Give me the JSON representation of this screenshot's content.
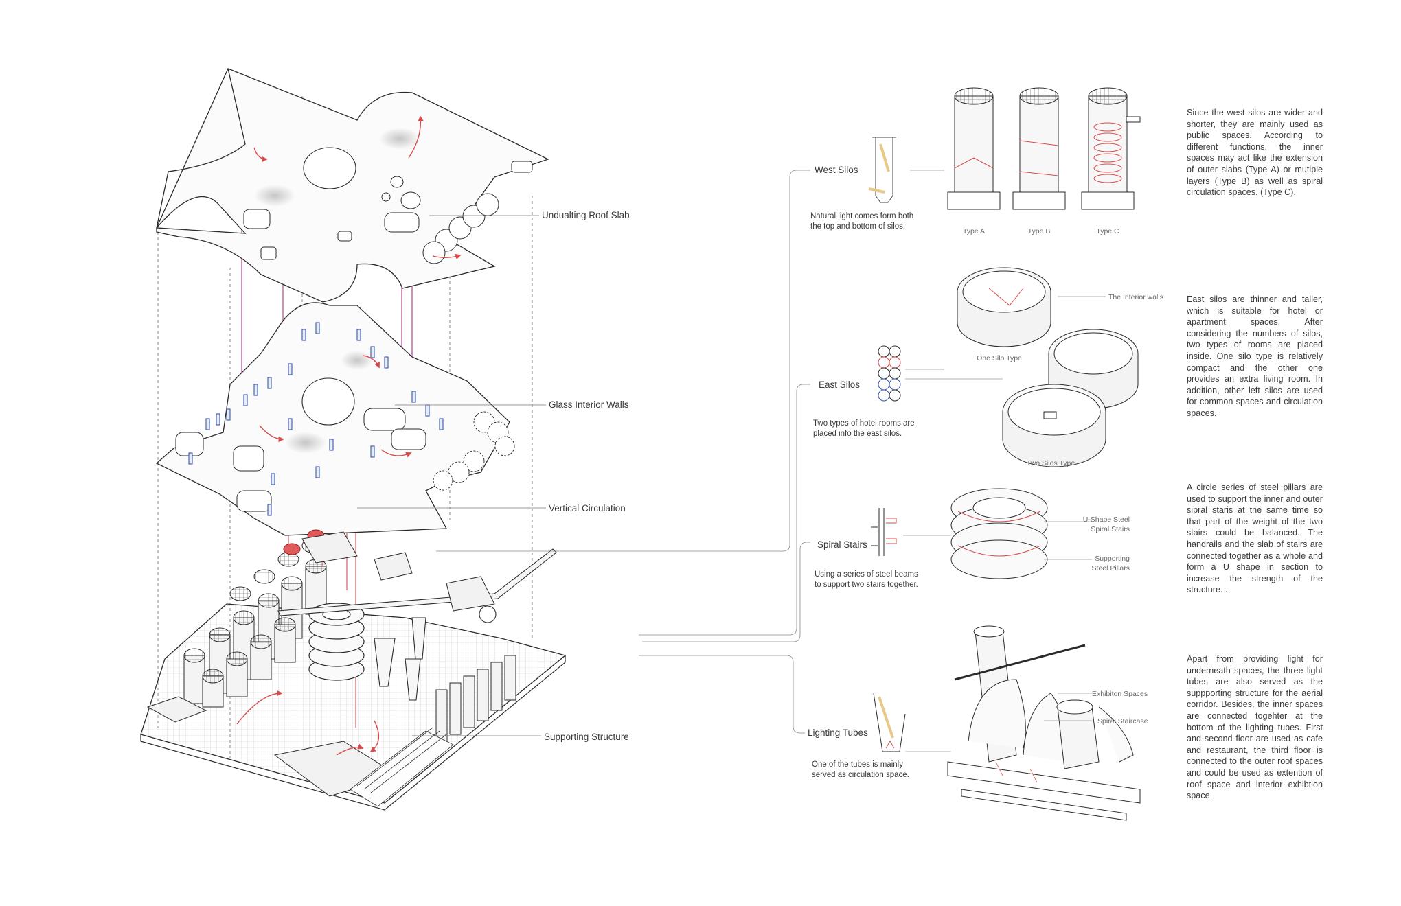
{
  "left_labels": {
    "roof": "Undualting Roof Slab",
    "walls": "Glass Interior Walls",
    "circulation": "Vertical Circulation",
    "structure": "Supporting Structure"
  },
  "west": {
    "title": "West Silos",
    "caption": [
      "Natural light comes form both",
      "the top and bottom of silos."
    ],
    "types": [
      "Type A",
      "Type B",
      "Type C"
    ],
    "text": "Since the west silos are wider and shorter, they are mainly used as public spaces. According to different functions, the inner spaces may act like the extension of outer slabs (Type A) or mutiple layers (Type B) as well as spiral circulation spaces. (Type C)."
  },
  "east": {
    "title": "East Silos",
    "caption": [
      "Two types of hotel rooms are",
      "placed info the east silos."
    ],
    "label_walls": "The Interior walls",
    "label_one": "One Silo Type",
    "label_two": "Two Silos Type",
    "text": "East silos are thinner and taller, which is suitable for hotel or apartment spaces. After considering the numbers of silos, two types of rooms are placed inside. One silo type is relatively compact and the other one provides an extra living room. In addition, other left silos are used for common spaces and circulation spaces."
  },
  "stairs": {
    "title": "Spiral Stairs",
    "caption": [
      "Using a series of steel beams",
      "to support two stairs together."
    ],
    "label_ushape": [
      "U-Shape Steel",
      "Spiral Stairs"
    ],
    "label_pillars": [
      "Supporting",
      "Steel Pillars"
    ],
    "text": "A circle series of steel pillars are used to support the inner and outer sipral staris at the same time so that part of the weight of the two stairs could be balanced. The handrails and the slab of stairs are connected together as a whole and form a U shape in section to increase the strength of the structure. ."
  },
  "tubes": {
    "title": "Lighting Tubes",
    "caption": [
      "One of the tubes is mainly",
      "served as circulation space."
    ],
    "label_exhibition": "Exhibiton Spaces",
    "label_staircase": "Spiral Staircase",
    "text": "Apart from providing light for underneath spaces, the three light tubes are also served as the suppporting structure for the aerial corridor. Besides, the inner spaces are connected togehter at the bottom of the lighting tubes. First and second floor are used as cafe and restaurant, the third floor is connected to the outer roof spaces and could be used as extention of roof space and interior exhibtion space."
  },
  "colors": {
    "line": "#555555",
    "red": "#d94a4a",
    "magenta": "#b0308a",
    "blue": "#3a58a8"
  }
}
